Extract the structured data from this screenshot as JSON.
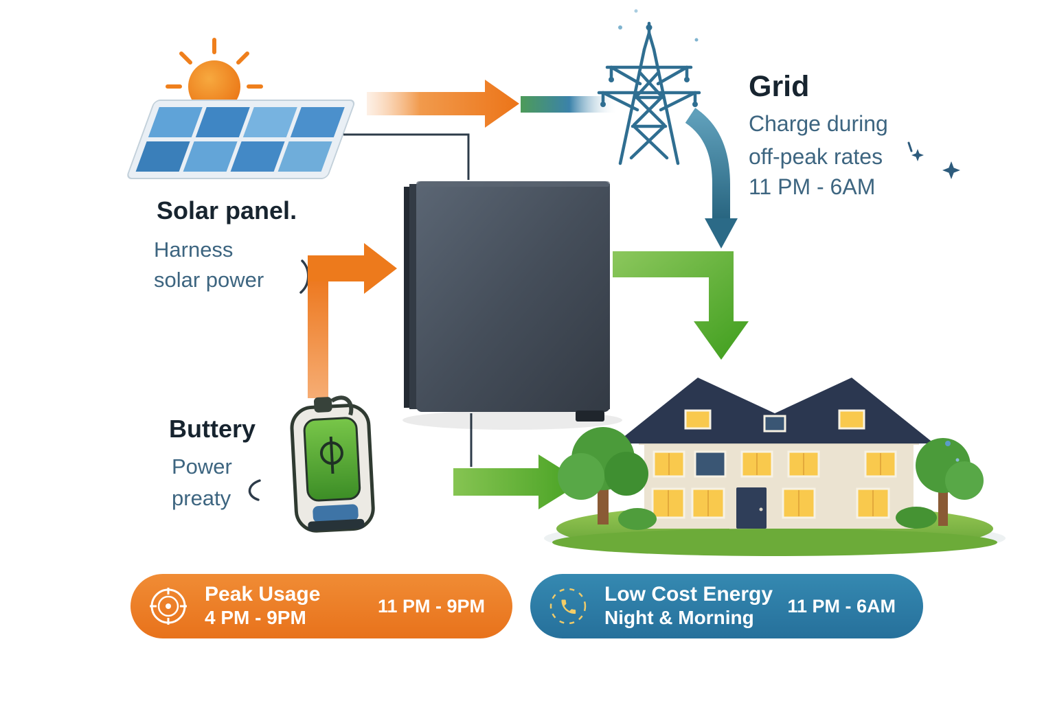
{
  "diagram": {
    "solar": {
      "title": "Solar panel.",
      "subtitle_line1": "Harness",
      "subtitle_line2": "solar power"
    },
    "grid": {
      "title": "Grid",
      "desc_line1": "Charge during",
      "desc_line2": "off-peak rates",
      "desc_line3": "11 PM - 6AM"
    },
    "battery": {
      "title": "Buttery",
      "subtitle_line1": "Power",
      "subtitle_line2": "preaty"
    }
  },
  "banners": {
    "peak": {
      "title": "Peak Usage",
      "subtitle": "4 PM - 9PM",
      "time": "11 PM - 9PM"
    },
    "low_cost": {
      "title": "Low Cost Energy",
      "subtitle": "Night & Morning",
      "time": "11 PM - 6AM"
    }
  },
  "icons": {
    "sun": "sun-icon",
    "solar_panel": "solar-panel-illustration",
    "grid_tower": "grid-tower-icon",
    "battery_unit": "battery-unit-illustration",
    "charger": "battery-charger-illustration",
    "house": "house-illustration",
    "peak_badge": "target-icon",
    "low_cost_badge": "phone-icon"
  },
  "colors": {
    "accent_orange": "#ed7a1c",
    "accent_green": "#53a82c",
    "accent_teal": "#2e7092",
    "banner_orange": "#ee7d20",
    "banner_blue": "#2e7ca6",
    "heading_text": "#17242f",
    "body_text": "#3d6580"
  }
}
